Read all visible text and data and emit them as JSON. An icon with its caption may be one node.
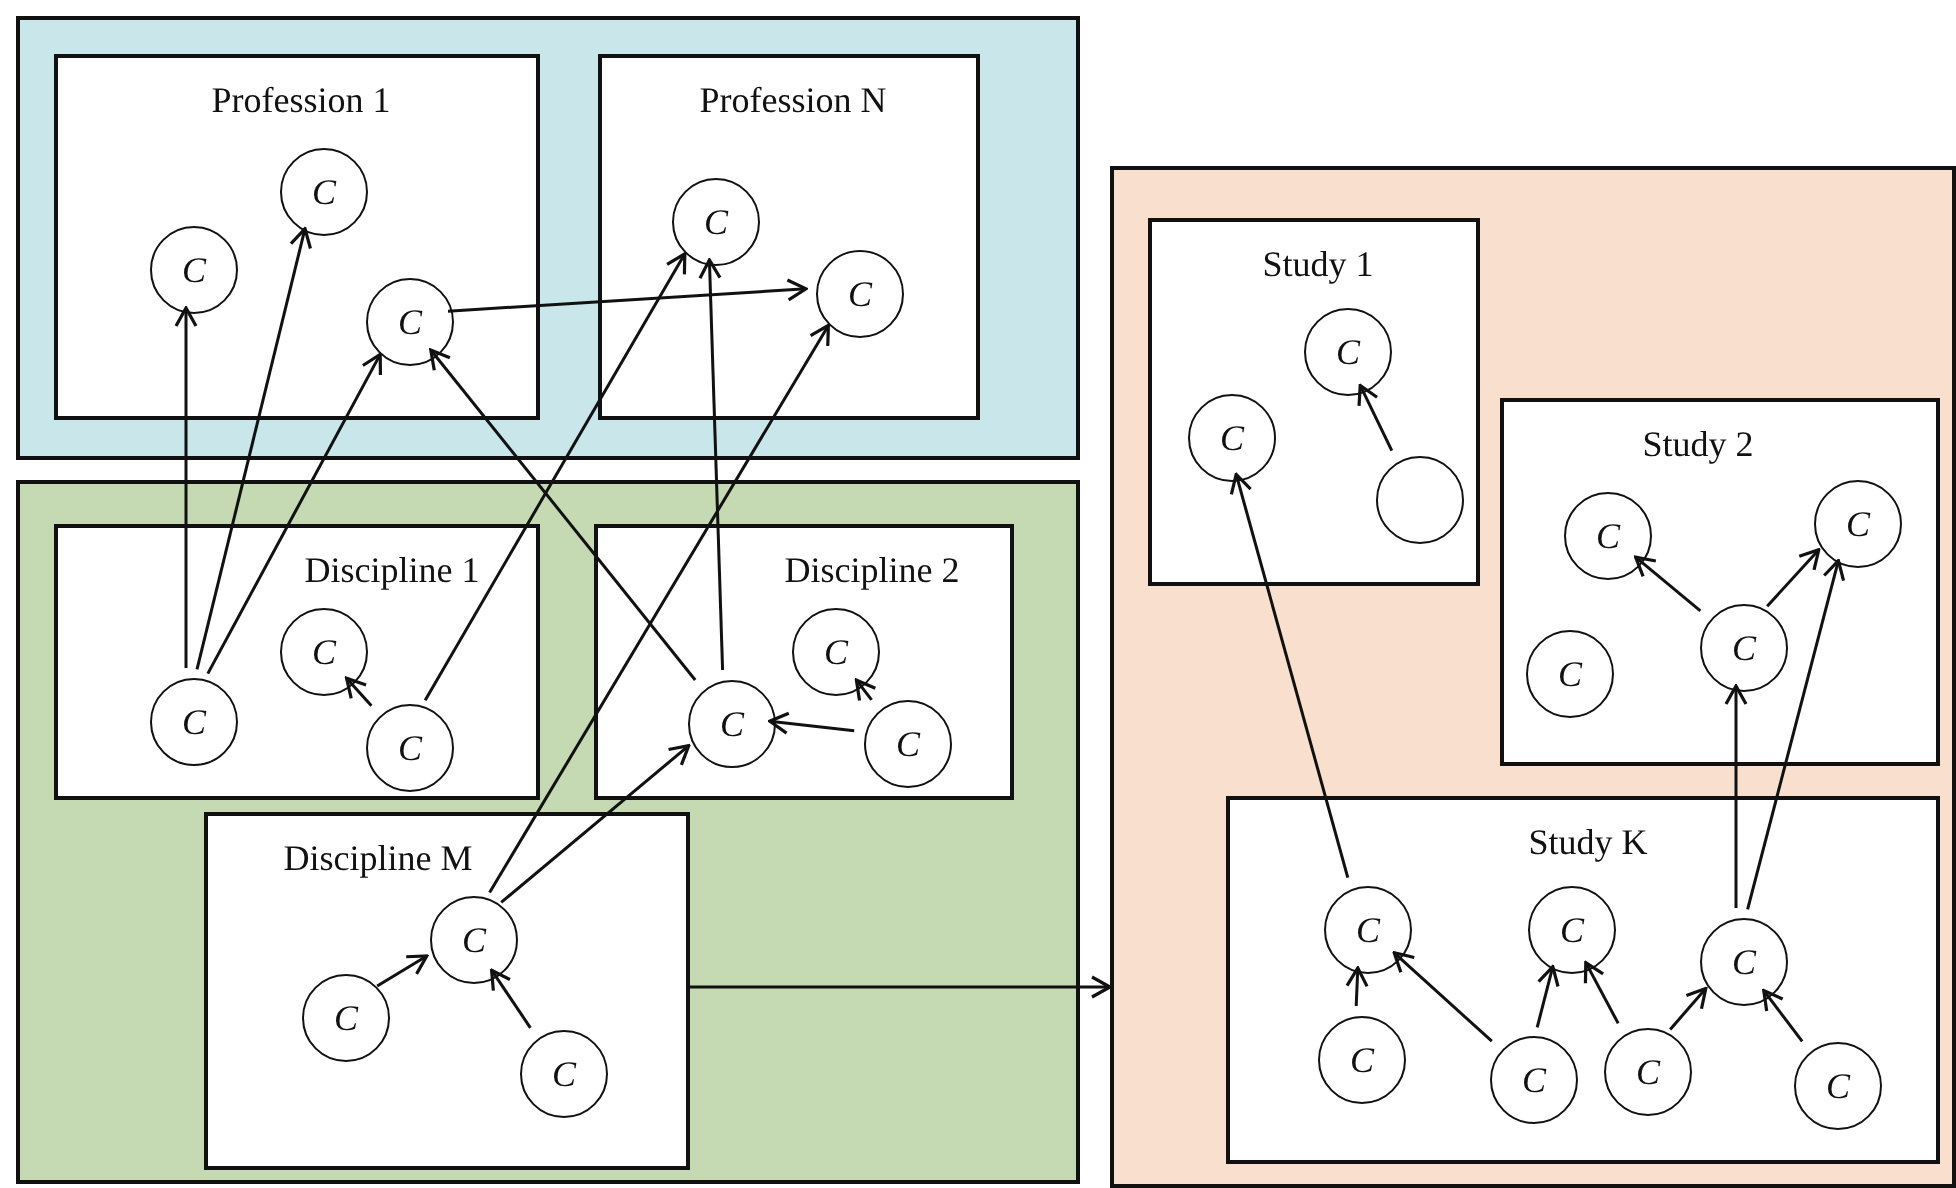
{
  "diagram": {
    "nodes": [
      {
        "text": [],
        "shape": "box"
      },
      {
        "text": [
          "Profession 1"
        ],
        "in": 0
      },
      {
        "text": [
          "C"
        ],
        "in": 1
      },
      {
        "text": [
          "C"
        ],
        "in": 1
      },
      {
        "text": [
          "C"
        ],
        "in": 1
      },
      {
        "text": [
          "Profession N"
        ],
        "in": 0
      },
      {
        "text": [
          "C"
        ],
        "in": 5
      },
      {
        "text": [
          "C"
        ],
        "in": 5
      },
      {
        "text": [],
        "shape": "box"
      },
      {
        "text": [
          "Discipline 1"
        ],
        "in": 8
      },
      {
        "text": [
          "C"
        ],
        "in": 9
      },
      {
        "text": [
          "C"
        ],
        "in": 9
      },
      {
        "text": [
          "C"
        ],
        "in": 9
      },
      {
        "text": [
          "Discipline 2"
        ],
        "in": 8
      },
      {
        "text": [
          "C"
        ],
        "in": 13
      },
      {
        "text": [
          "C"
        ],
        "in": 13
      },
      {
        "text": [
          "C"
        ],
        "in": 13
      },
      {
        "text": [
          "Discipline M"
        ],
        "in": 8
      },
      {
        "text": [
          "C"
        ],
        "in": 17
      },
      {
        "text": [
          "C"
        ],
        "in": 17
      },
      {
        "text": [
          "C"
        ],
        "in": 17
      },
      {
        "text": [],
        "shape": "box"
      },
      {
        "text": [
          "Study 1"
        ],
        "in": 21
      },
      {
        "text": [
          "C"
        ],
        "in": 22
      },
      {
        "text": [
          "C"
        ],
        "in": 22
      },
      {
        "text": [],
        "shape": "circle",
        "in": 22
      },
      {
        "text": [
          "Study 2"
        ],
        "in": 21
      },
      {
        "text": [
          "C"
        ],
        "in": 26
      },
      {
        "text": [
          "C"
        ],
        "in": 26
      },
      {
        "text": [
          "C"
        ],
        "in": 26
      },
      {
        "text": [
          "C"
        ],
        "in": 26
      },
      {
        "text": [
          "Study K"
        ],
        "in": 21
      },
      {
        "text": [
          "C"
        ],
        "in": 31
      },
      {
        "text": [
          "C"
        ],
        "in": 31
      },
      {
        "text": [
          "C"
        ],
        "in": 31
      },
      {
        "text": [
          "C"
        ],
        "in": 31
      },
      {
        "text": [
          "C"
        ],
        "in": 31
      },
      {
        "text": [
          "C"
        ],
        "in": 31
      },
      {
        "text": [
          "C"
        ],
        "in": 31
      }
    ],
    "edges": [
      {
        "from": 4,
        "to": 7,
        "arrow": "to"
      },
      {
        "from": 10,
        "to": 2,
        "arrow": "to"
      },
      {
        "from": 10,
        "to": 3,
        "arrow": "to"
      },
      {
        "from": 10,
        "to": 4,
        "arrow": "to"
      },
      {
        "from": 12,
        "to": 11,
        "arrow": "to"
      },
      {
        "from": 12,
        "to": 6,
        "arrow": "to"
      },
      {
        "from": 14,
        "to": 4,
        "arrow": "to"
      },
      {
        "from": 14,
        "to": 6,
        "arrow": "to"
      },
      {
        "from": 16,
        "to": 14,
        "arrow": "to"
      },
      {
        "from": 16,
        "to": 15,
        "arrow": "to"
      },
      {
        "from": 18,
        "to": 14,
        "arrow": "to"
      },
      {
        "from": 18,
        "to": 7,
        "arrow": "to"
      },
      {
        "from": 19,
        "to": 18,
        "arrow": "to"
      },
      {
        "from": 20,
        "to": 18,
        "arrow": "to"
      },
      {
        "from": 17,
        "to": 21,
        "arrow": "to"
      },
      {
        "from": 25,
        "to": 24,
        "arrow": "to"
      },
      {
        "from": 29,
        "to": 27,
        "arrow": "to"
      },
      {
        "from": 29,
        "to": 28,
        "arrow": "to"
      },
      {
        "from": 32,
        "to": 23,
        "arrow": "to"
      },
      {
        "from": 34,
        "to": 29,
        "arrow": "to"
      },
      {
        "from": 34,
        "to": 28,
        "arrow": "to"
      },
      {
        "from": 35,
        "to": 32,
        "arrow": "to"
      },
      {
        "from": 36,
        "to": 32,
        "arrow": "to"
      },
      {
        "from": 36,
        "to": 33,
        "arrow": "to"
      },
      {
        "from": 37,
        "to": 33,
        "arrow": "to"
      },
      {
        "from": 37,
        "to": 34,
        "arrow": "to"
      },
      {
        "from": 38,
        "to": 34,
        "arrow": "to"
      }
    ]
  }
}
